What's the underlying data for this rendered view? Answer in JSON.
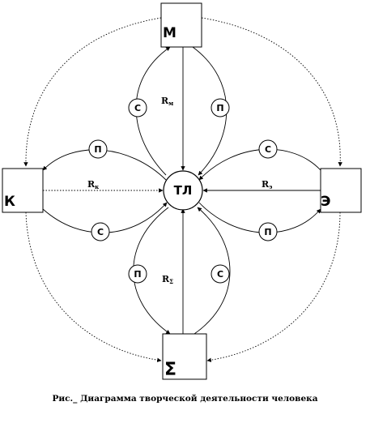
{
  "hub": {
    "label": "ТЛ"
  },
  "nodes": {
    "top": "М",
    "left": "К",
    "right": "Э",
    "bottom": "Σ"
  },
  "r_labels": {
    "top": {
      "main": "R",
      "sub": "м"
    },
    "left": {
      "main": "R",
      "sub": "к"
    },
    "right": {
      "main": "R",
      "sub": "э"
    },
    "bottom": {
      "main": "R",
      "sub": "Σ"
    }
  },
  "small_labels": {
    "top_left": "С",
    "top_right": "П",
    "left_upper": "П",
    "left_lower": "С",
    "right_upper": "С",
    "right_lower": "П",
    "bottom_left": "П",
    "bottom_right": "С"
  },
  "caption": "Рис._ Диаграмма творческой деятельности человека"
}
